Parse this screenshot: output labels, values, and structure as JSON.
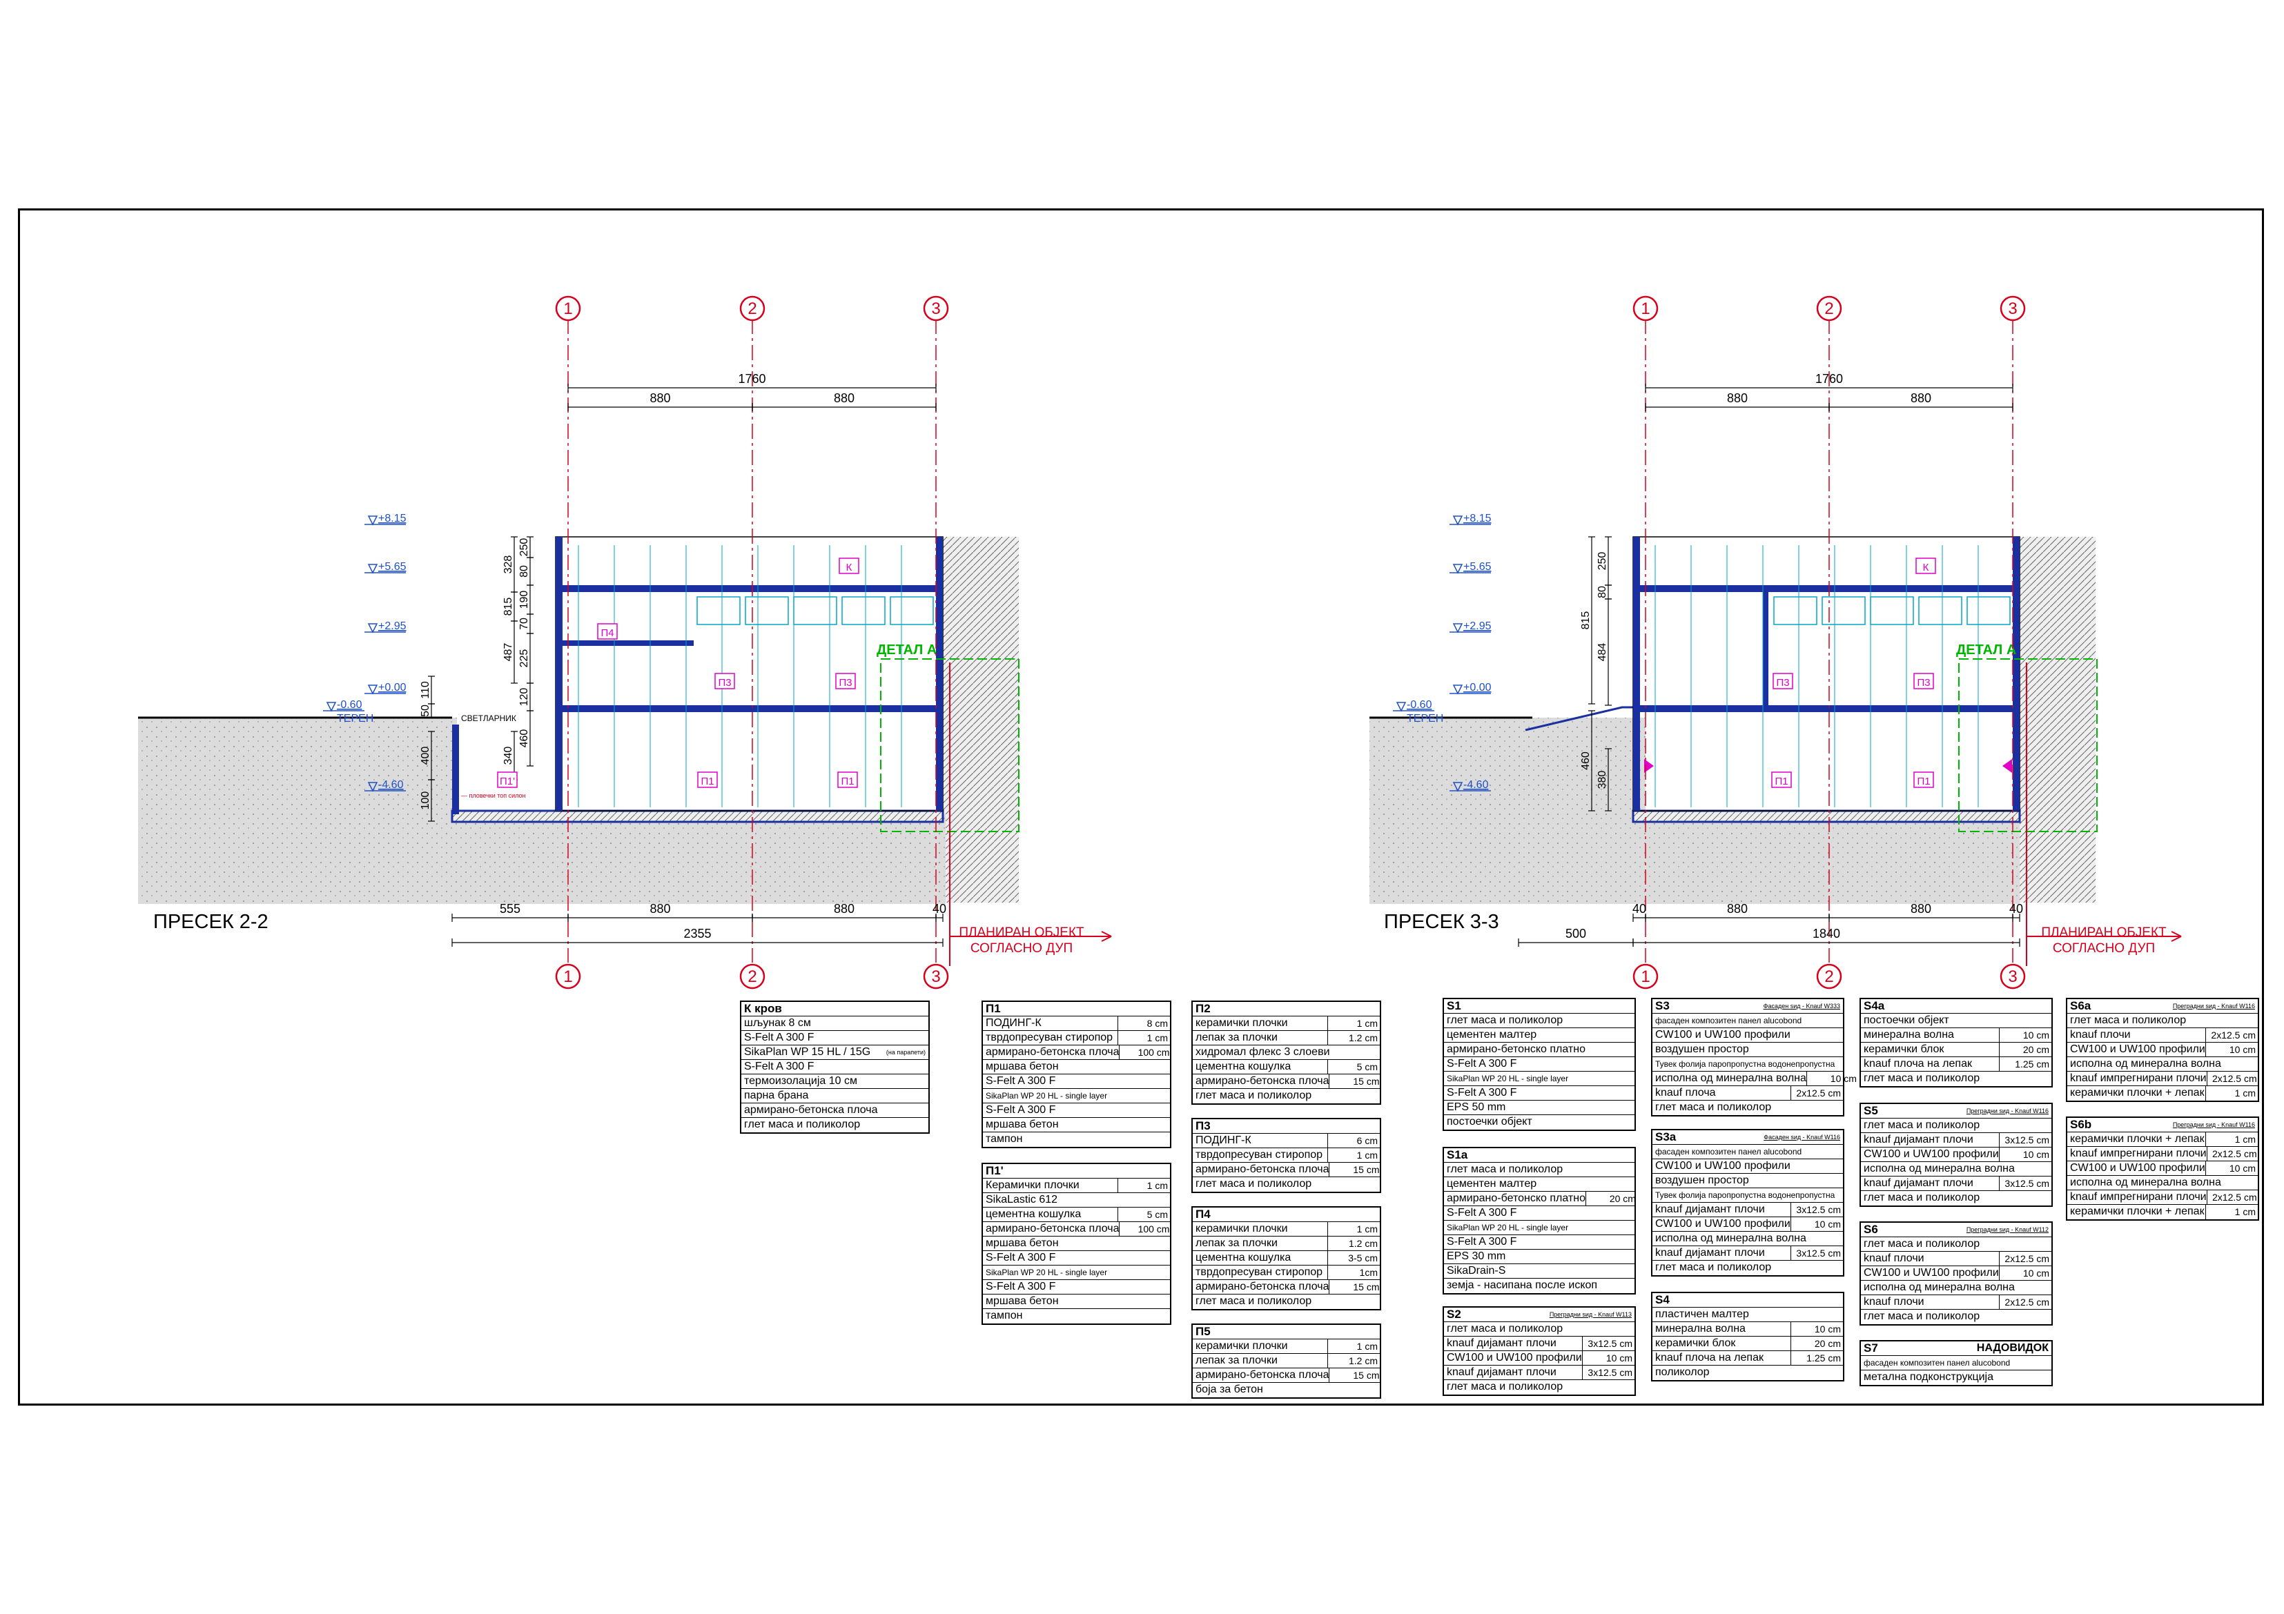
{
  "sections": {
    "s22": {
      "title": "ПРЕСЕК 2-2",
      "axes": [
        "1",
        "2",
        "3"
      ],
      "dim_total_top": "1760",
      "dim_spans": [
        "880",
        "880"
      ],
      "dim_bottom": [
        "555",
        "880",
        "880",
        "40"
      ],
      "dim_bottom_total": "2355",
      "levels": [
        "+8.15",
        "+5.65",
        "+2.95",
        "+0.00",
        "-0.60",
        "ТЕРЕН",
        "-4.60"
      ],
      "vert_dims": [
        "328",
        "250",
        "80",
        "190",
        "70",
        "225",
        "120",
        "460",
        "340",
        "400",
        "100",
        "815",
        "487",
        "110",
        "50"
      ],
      "rooms": [
        "К",
        "П4",
        "П3",
        "П3",
        "П1",
        "П1",
        "П1'"
      ],
      "label_skylight": "СВЕТЛАРНИК",
      "label_detail": "ДЕТАЛ А",
      "label_slab": "— пловечки топ силон",
      "planned": [
        "ПЛАНИРАН ОБЈЕКТ",
        "СОГЛАСНО ДУП"
      ]
    },
    "s33": {
      "title": "ПРЕСЕК 3-3",
      "axes": [
        "1",
        "2",
        "3"
      ],
      "dim_total_top": "1760",
      "dim_spans": [
        "880",
        "880"
      ],
      "dim_bottom": [
        "40",
        "880",
        "880",
        "40"
      ],
      "dim_bottom_total": "1840",
      "dim_left": "500",
      "levels": [
        "+8.15",
        "+5.65",
        "+2.95",
        "+0.00",
        "-0.60",
        "ТЕРЕН",
        "-4.60"
      ],
      "vert_dims": [
        "250",
        "80",
        "815",
        "484",
        "460",
        "380"
      ],
      "rooms": [
        "К",
        "П3",
        "П3",
        "П1",
        "П1"
      ],
      "label_detail": "ДЕТАЛ А",
      "planned": [
        "ПЛАНИРАН ОБЈЕКТ",
        "СОГЛАСНО ДУП"
      ]
    }
  },
  "colors": {
    "axis": "#d6001c",
    "structure": "#1a2fa0",
    "cyan": "#00a6c8",
    "magenta": "#e000c8",
    "green": "#00b400",
    "ground": "#d8d8d8",
    "level": "#1e50c8"
  },
  "tables": [
    {
      "id": "k",
      "title": "К кров",
      "rows": [
        {
          "t": "шљунак 8 см"
        },
        {
          "t": "S-Felt A 300 F"
        },
        {
          "t": "SikaPlan WP 15 HL / 15G",
          "note": "(на парапети)"
        },
        {
          "t": "S-Felt A 300 F"
        },
        {
          "t": "термоизолација 10 см"
        },
        {
          "t": "парна брана"
        },
        {
          "t": "армирано-бетонска плоча"
        },
        {
          "t": "глет маса и поликолор"
        }
      ]
    },
    {
      "id": "p1",
      "title": "П1",
      "rows": [
        {
          "t": "ПОДИНГ-К",
          "v": "8 cm"
        },
        {
          "t": "тврдопресуван стиропор",
          "v": "1 cm"
        },
        {
          "t": "армирано-бетонска плоча",
          "v": "100 cm"
        },
        {
          "t": "мршава бетон"
        },
        {
          "t": "S-Felt A 300 F"
        },
        {
          "t": "SikaPlan WP 20 HL - single layer"
        },
        {
          "t": "S-Felt A 300 F"
        },
        {
          "t": "мршава бетон"
        },
        {
          "t": "тампон"
        }
      ]
    },
    {
      "id": "p1b",
      "title": "П1'",
      "rows": [
        {
          "t": "Керамички плочки",
          "v": "1 cm"
        },
        {
          "t": "SikaLastic 612"
        },
        {
          "t": "цементна кошулка",
          "v": "5 cm"
        },
        {
          "t": "армирано-бетонска плоча",
          "v": "100 cm"
        },
        {
          "t": "мршава бетон"
        },
        {
          "t": "S-Felt A 300 F"
        },
        {
          "t": "SikaPlan WP 20 HL - single layer"
        },
        {
          "t": "S-Felt A 300 F"
        },
        {
          "t": "мршава бетон"
        },
        {
          "t": "тампон"
        }
      ]
    },
    {
      "id": "p2",
      "title": "П2",
      "rows": [
        {
          "t": "керамички плочки",
          "v": "1 cm"
        },
        {
          "t": "лепак за плочки",
          "v": "1.2 cm"
        },
        {
          "t": "хидромал флекс 3 слоеви"
        },
        {
          "t": "цементна кошулка",
          "v": "5 cm"
        },
        {
          "t": "армирано-бетонска плоча",
          "v": "15 cm"
        },
        {
          "t": "глет маса и поликолор"
        }
      ]
    },
    {
      "id": "p3",
      "title": "П3",
      "rows": [
        {
          "t": "ПОДИНГ-К",
          "v": "6 cm"
        },
        {
          "t": "тврдопресуван стиропор",
          "v": "1 cm"
        },
        {
          "t": "армирано-бетонска плоча",
          "v": "15 cm"
        },
        {
          "t": "глет маса и поликолор"
        }
      ]
    },
    {
      "id": "p4",
      "title": "П4",
      "rows": [
        {
          "t": "керамички плочки",
          "v": "1 cm"
        },
        {
          "t": "лепак за плочки",
          "v": "1.2 cm"
        },
        {
          "t": "цементна кошулка",
          "v": "3-5 cm"
        },
        {
          "t": "тврдопресуван стиропор",
          "v": "1cm"
        },
        {
          "t": "армирано-бетонска плоча",
          "v": "15 cm"
        },
        {
          "t": "глет маса и поликолор"
        }
      ]
    },
    {
      "id": "p5",
      "title": "П5",
      "rows": [
        {
          "t": "керамички плочки",
          "v": "1 cm"
        },
        {
          "t": "лепак за плочки",
          "v": "1.2 cm"
        },
        {
          "t": "армирано-бетонска плоча",
          "v": "15 cm"
        },
        {
          "t": "боја за бетон"
        }
      ]
    },
    {
      "id": "s1",
      "title": "S1",
      "rows": [
        {
          "t": "глет маса и поликолор"
        },
        {
          "t": "цементен малтер"
        },
        {
          "t": "армирано-бетонско платно"
        },
        {
          "t": "S-Felt A 300 F"
        },
        {
          "t": "SikaPlan WP 20 HL - single layer"
        },
        {
          "t": "S-Felt A 300 F"
        },
        {
          "t": "EPS 50 mm"
        },
        {
          "t": "постоечки објект"
        }
      ]
    },
    {
      "id": "s1a",
      "title": "S1a",
      "rows": [
        {
          "t": "глет маса и поликолор"
        },
        {
          "t": "цементен малтер"
        },
        {
          "t": "армирано-бетонско платно",
          "v": "20 cm"
        },
        {
          "t": "S-Felt A 300 F"
        },
        {
          "t": "SikaPlan WP 20 HL - single layer"
        },
        {
          "t": "S-Felt A 300 F"
        },
        {
          "t": "EPS 30 mm"
        },
        {
          "t": "SikaDrain-S"
        },
        {
          "t": "земја - насипана после ископ"
        }
      ]
    },
    {
      "id": "s2",
      "title": "S2",
      "head2": "Преградни ѕид - Knauf W113",
      "rows": [
        {
          "t": "глет маса и поликолор"
        },
        {
          "t": "knauf дијамант плочи",
          "v": "3x12.5 cm"
        },
        {
          "t": "CW100 и UW100 профили",
          "v": "10 cm"
        },
        {
          "t": "knauf дијамант плочи",
          "v": "3x12.5 cm"
        },
        {
          "t": "глет маса и поликолор"
        }
      ]
    },
    {
      "id": "s3",
      "title": "S3",
      "head2": "Фасаден ѕид - Knauf W333",
      "rows": [
        {
          "t": "фасаден композитен панел alucobond"
        },
        {
          "t": "CW100 и UW100 профили"
        },
        {
          "t": "воздушен простор"
        },
        {
          "t": "Тувек фолија паропропустна водонепропустна"
        },
        {
          "t": "исполна од минерална волна",
          "v": "10 cm"
        },
        {
          "t": "knauf плоча",
          "v": "2x12.5 cm"
        },
        {
          "t": "глет маса и поликолор"
        }
      ]
    },
    {
      "id": "s3a",
      "title": "S3a",
      "head2": "Фасаден ѕид - Knauf W116",
      "rows": [
        {
          "t": "фасаден композитен панел alucobond"
        },
        {
          "t": "CW100 и UW100 профили"
        },
        {
          "t": "воздушен простор"
        },
        {
          "t": "Тувек фолија паропропустна водонепропустна"
        },
        {
          "t": "knauf дијамант плочи",
          "v": "3x12.5 cm"
        },
        {
          "t": "CW100 и UW100 профили",
          "v": "10 cm"
        },
        {
          "t": "исполна од минерална волна"
        },
        {
          "t": "knauf дијамант плочи",
          "v": "3x12.5 cm"
        },
        {
          "t": "глет маса и поликолор"
        }
      ]
    },
    {
      "id": "s4",
      "title": "S4",
      "rows": [
        {
          "t": "пластичен малтер"
        },
        {
          "t": "минерална волна",
          "v": "10 cm"
        },
        {
          "t": "керамички блок",
          "v": "20 cm"
        },
        {
          "t": "knauf плоча на лепак",
          "v": "1.25 cm"
        },
        {
          "t": "поликолор"
        }
      ]
    },
    {
      "id": "s4a",
      "title": "S4a",
      "rows": [
        {
          "t": "постоечки објект"
        },
        {
          "t": "минерална волна",
          "v": "10 cm"
        },
        {
          "t": "керамички блок",
          "v": "20 cm"
        },
        {
          "t": "knauf плоча на лепак",
          "v": "1.25 cm"
        },
        {
          "t": "глет маса и поликолор"
        }
      ]
    },
    {
      "id": "s5",
      "title": "S5",
      "head2": "Преградни ѕид - Knauf W116",
      "rows": [
        {
          "t": "глет маса и поликолор"
        },
        {
          "t": "knauf дијамант плочи",
          "v": "3x12.5 cm"
        },
        {
          "t": "CW100 и UW100 профили",
          "v": "10 cm"
        },
        {
          "t": "исполна од минерална волна"
        },
        {
          "t": "knauf дијамант плочи",
          "v": "3x12.5 cm"
        },
        {
          "t": "глет маса и поликолор"
        }
      ]
    },
    {
      "id": "s6",
      "title": "S6",
      "head2": "Преградни ѕид - Knauf W112",
      "rows": [
        {
          "t": "глет маса и поликолор"
        },
        {
          "t": "knauf плочи",
          "v": "2x12.5 cm"
        },
        {
          "t": "CW100 и UW100 профили",
          "v": "10 cm"
        },
        {
          "t": "исполна од минерална волна"
        },
        {
          "t": "knauf плочи",
          "v": "2x12.5 cm"
        },
        {
          "t": "глет маса и поликолор"
        }
      ]
    },
    {
      "id": "s7",
      "title": "S7",
      "head2": "НАДОВИДОК",
      "rows": [
        {
          "t": "фасаден композитен панел alucobond"
        },
        {
          "t": "метална подконструкција"
        }
      ]
    },
    {
      "id": "s6a",
      "title": "S6a",
      "head2": "Преградни ѕид - Knauf W116",
      "rows": [
        {
          "t": "глет маса и поликолор"
        },
        {
          "t": "knauf плочи",
          "v": "2x12.5 cm"
        },
        {
          "t": "CW100 и UW100 профили",
          "v": "10 cm"
        },
        {
          "t": "исполна од минерална волна"
        },
        {
          "t": "knauf импрегнирани плочи",
          "v": "2x12.5 cm"
        },
        {
          "t": "керамички плочки + лепак",
          "v": "1 cm"
        }
      ]
    },
    {
      "id": "s6b",
      "title": "S6b",
      "head2": "Преградни ѕид - Knauf W116",
      "rows": [
        {
          "t": "керамички плочки + лепак",
          "v": "1 cm"
        },
        {
          "t": "knauf импрегнирани плочи",
          "v": "2x12.5 cm"
        },
        {
          "t": "CW100 и UW100 профили",
          "v": "10 cm"
        },
        {
          "t": "исполна од минерална волна"
        },
        {
          "t": "knauf импрегнирани плочи",
          "v": "2x12.5 cm"
        },
        {
          "t": "керамички плочки + лепак",
          "v": "1 cm"
        }
      ]
    }
  ]
}
